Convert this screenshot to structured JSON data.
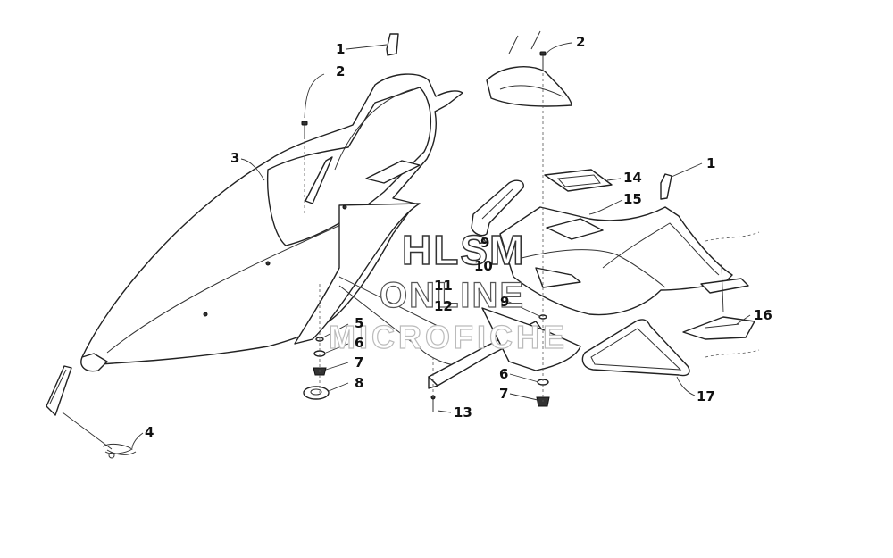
{
  "watermark": {
    "line1": "HLSM",
    "line2": "ONLINE",
    "line3": "MICROFICHE"
  },
  "callouts": {
    "c1a": "1",
    "c2a": "2",
    "c3": "3",
    "c4": "4",
    "c5": "5",
    "c6a": "6",
    "c7a": "7",
    "c8": "8",
    "c9a": "9",
    "c10": "10",
    "c11": "11",
    "c12": "12",
    "c9b": "9",
    "c13": "13",
    "c2b": "2",
    "c14": "14",
    "c15": "15",
    "c1b": "1",
    "c16": "16",
    "c6b": "6",
    "c7b": "7",
    "c17": "17"
  }
}
